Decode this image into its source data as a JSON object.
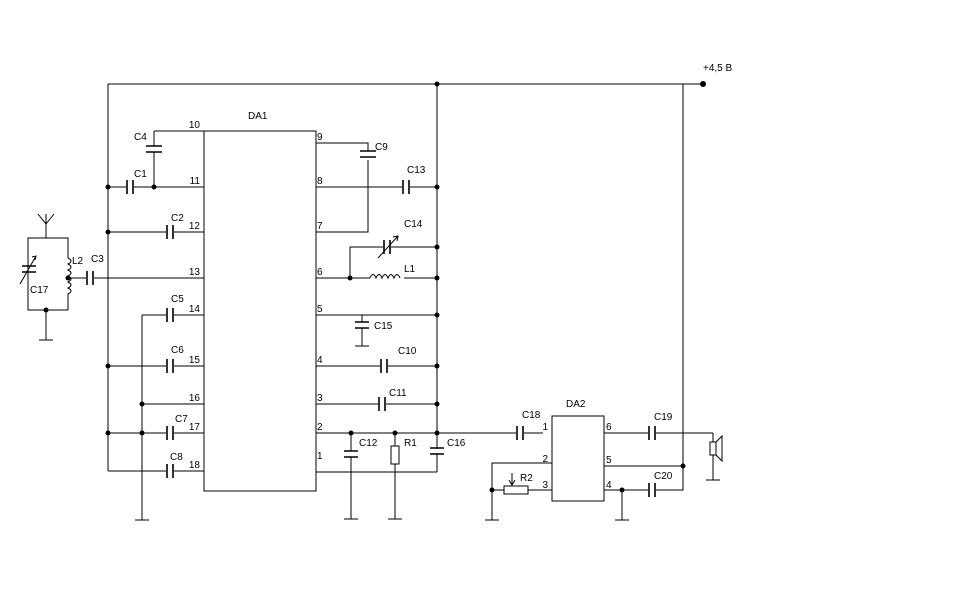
{
  "supply_label": "+4,5 В",
  "chips": {
    "da1": {
      "name": "DA1",
      "left_pins": [
        "10",
        "11",
        "12",
        "13",
        "14",
        "15",
        "16",
        "17",
        "18"
      ],
      "right_pins": [
        "9",
        "8",
        "7",
        "6",
        "5",
        "4",
        "3",
        "2",
        "1"
      ]
    },
    "da2": {
      "name": "DA2",
      "left_pins": [
        "1",
        "2",
        "3"
      ],
      "right_pins": [
        "6",
        "5",
        "4"
      ]
    }
  },
  "components": {
    "c1": "C1",
    "c2": "C2",
    "c3": "C3",
    "c4": "C4",
    "c5": "C5",
    "c6": "C6",
    "c7": "C7",
    "c8": "C8",
    "c9": "C9",
    "c10": "C10",
    "c11": "C11",
    "c12": "C12",
    "c13": "C13",
    "c14": "C14",
    "c15": "C15",
    "c16": "C16",
    "c17": "C17",
    "c18": "C18",
    "c19": "C19",
    "c20": "C20",
    "l1": "L1",
    "l2": "L2",
    "r1": "R1",
    "r2": "R2"
  }
}
